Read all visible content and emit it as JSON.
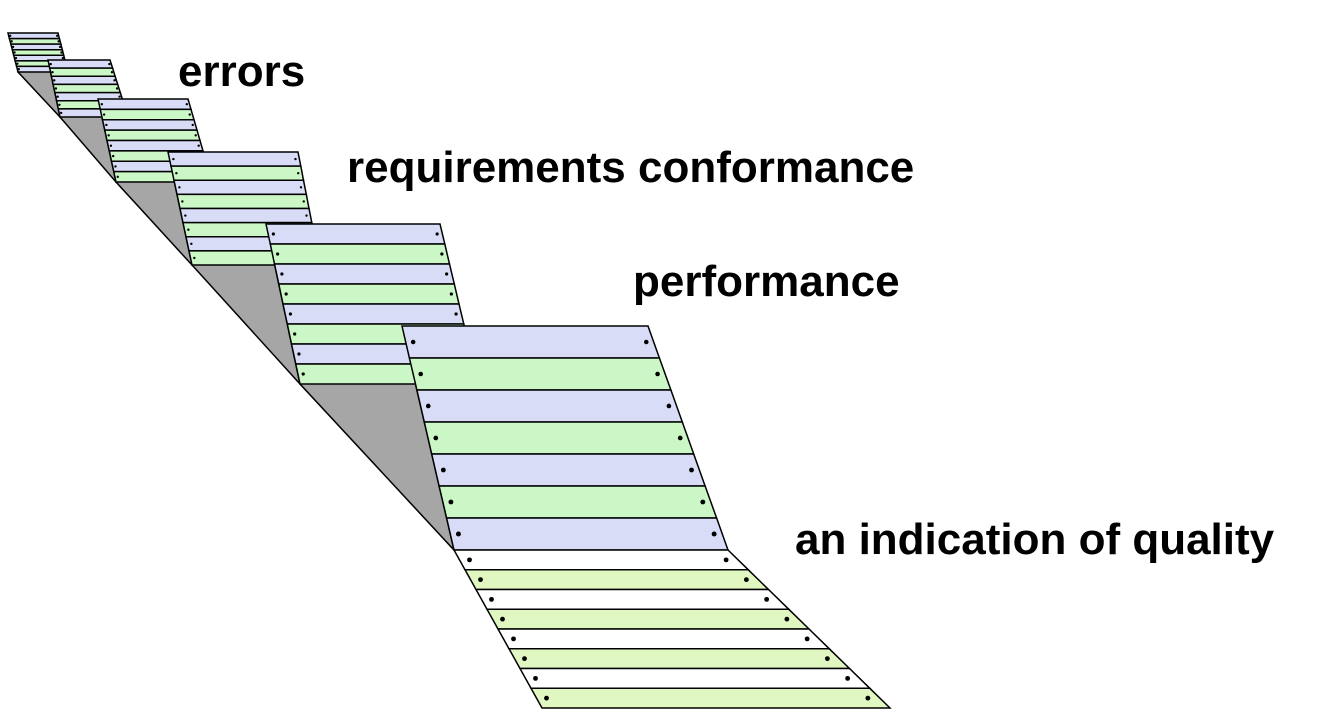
{
  "labels": {
    "errors": "errors",
    "requirements": "requirements conformance",
    "performance": "performance",
    "quality": "an indication of quality"
  },
  "colors": {
    "stripe_blue": "#d9dcf6",
    "stripe_green": "#cbf7c6",
    "fold_gray": "#a6a6a6",
    "final_white": "#ffffff",
    "final_green": "#e1f7c2",
    "outline": "#000000"
  }
}
